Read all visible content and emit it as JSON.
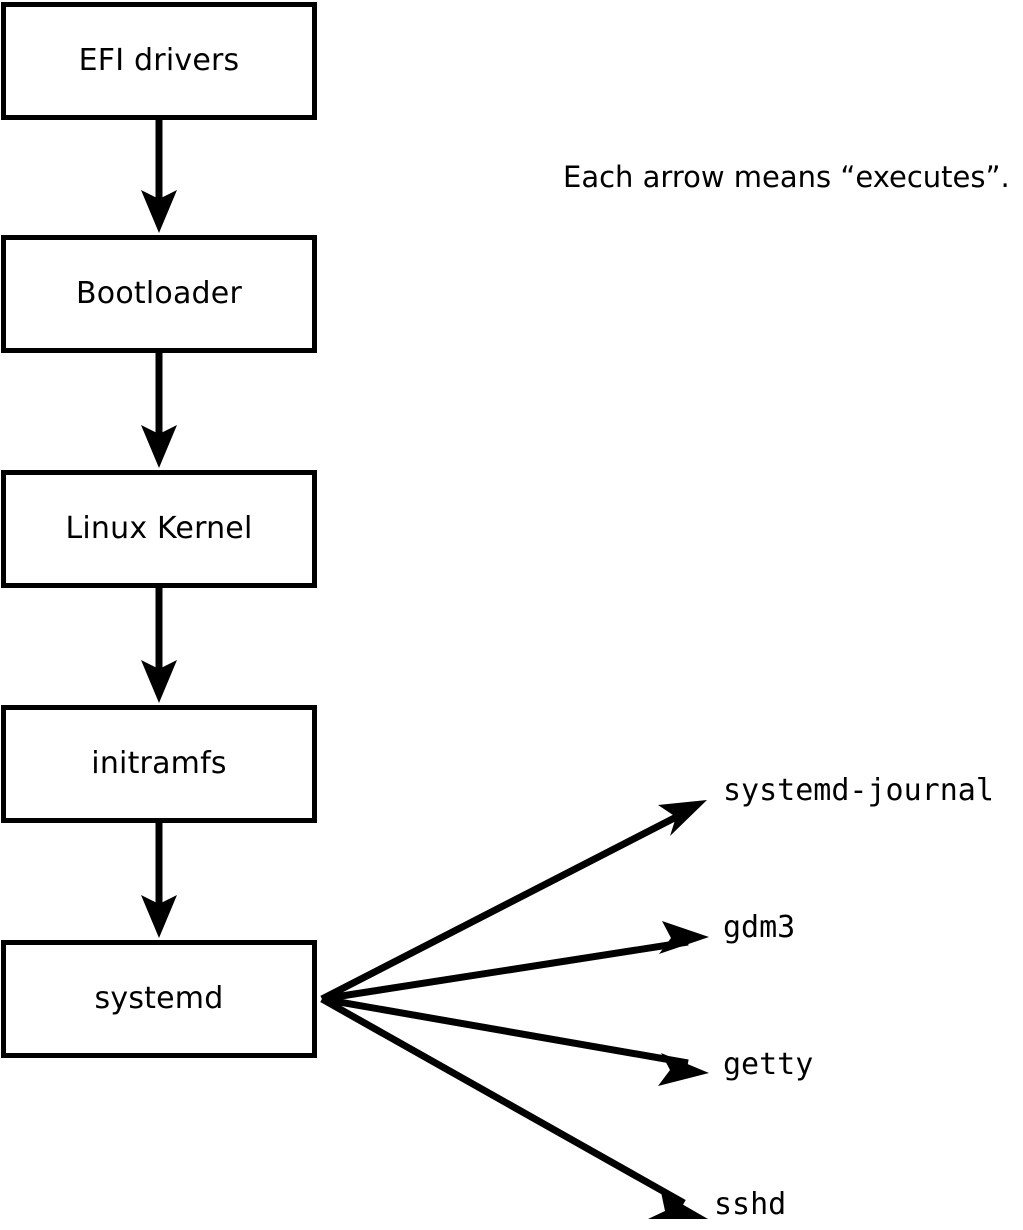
{
  "diagram": {
    "type": "flowchart",
    "caption": "Each arrow means “executes”.",
    "boot_chain": {
      "title": "Linux boot sequence",
      "nodes": [
        {
          "id": "efi-drivers",
          "label": "EFI drivers",
          "shape": "rectangle"
        },
        {
          "id": "bootloader",
          "label": "Bootloader",
          "shape": "rectangle"
        },
        {
          "id": "linux-kernel",
          "label": "Linux Kernel",
          "shape": "rectangle"
        },
        {
          "id": "initramfs",
          "label": "initramfs",
          "shape": "rectangle"
        },
        {
          "id": "systemd",
          "label": "systemd",
          "shape": "rectangle"
        }
      ],
      "edges": [
        {
          "from": "efi-drivers",
          "to": "bootloader",
          "relation": "executes"
        },
        {
          "from": "bootloader",
          "to": "linux-kernel",
          "relation": "executes"
        },
        {
          "from": "linux-kernel",
          "to": "initramfs",
          "relation": "executes"
        },
        {
          "from": "initramfs",
          "to": "systemd",
          "relation": "executes"
        }
      ]
    },
    "services": {
      "parent": "systemd",
      "nodes": [
        {
          "id": "systemd-journal",
          "label": "systemd-journal"
        },
        {
          "id": "gdm3",
          "label": "gdm3"
        },
        {
          "id": "getty",
          "label": "getty"
        },
        {
          "id": "sshd",
          "label": "sshd"
        }
      ]
    },
    "colors": {
      "stroke": "#000000",
      "fill": "#ffffff",
      "text": "#000000"
    }
  }
}
